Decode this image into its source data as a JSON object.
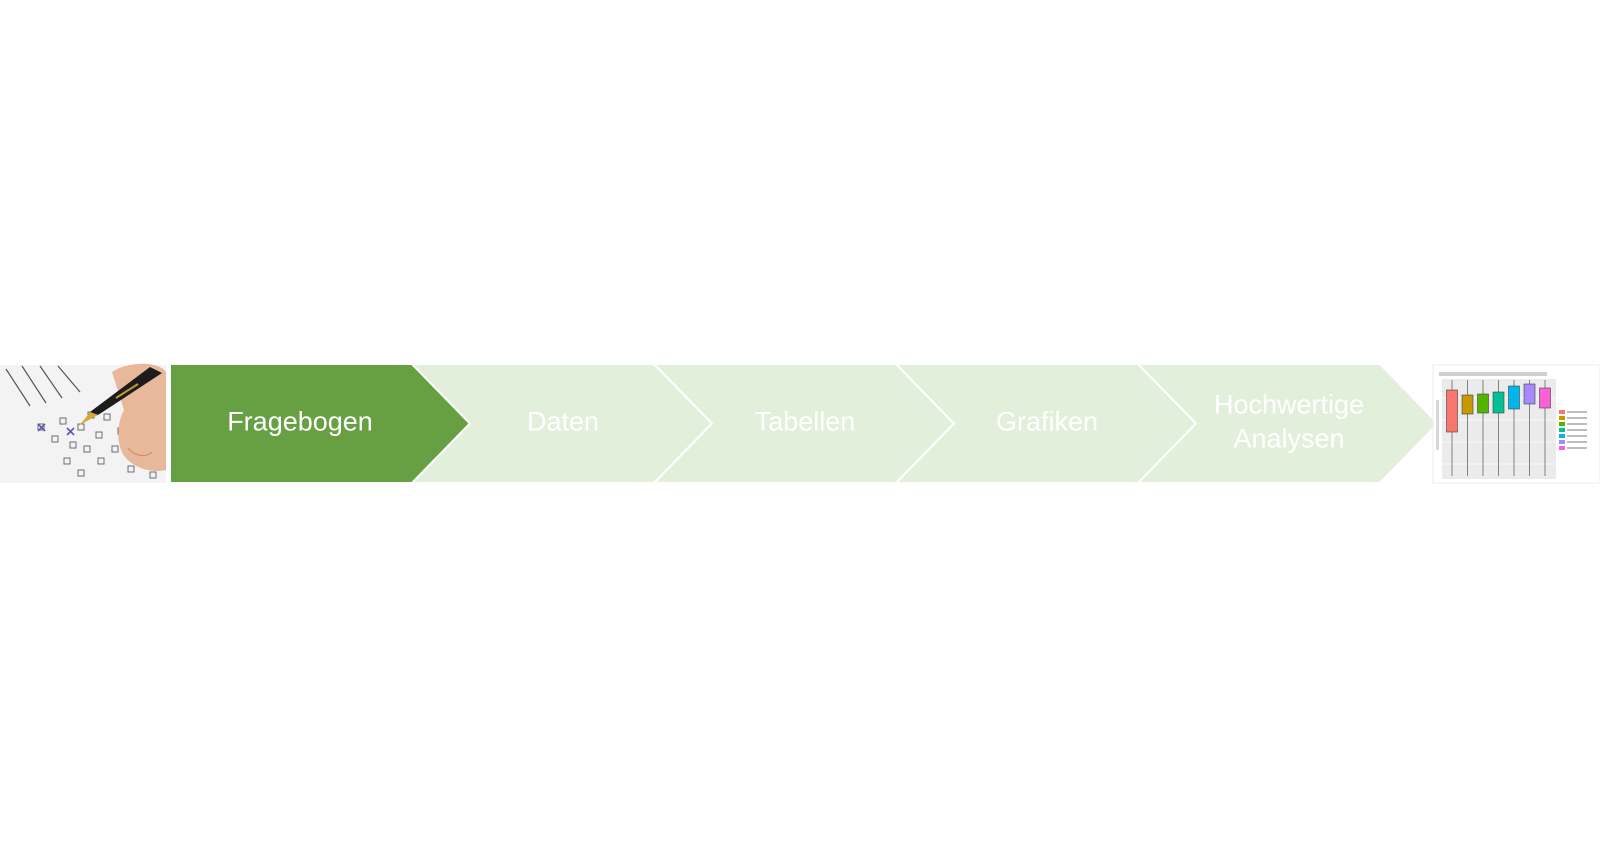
{
  "process": {
    "steps": [
      {
        "id": "fragebogen",
        "lines": [
          "Fragebogen"
        ],
        "active": true
      },
      {
        "id": "daten",
        "lines": [
          "Daten"
        ],
        "active": false
      },
      {
        "id": "tabellen",
        "lines": [
          "Tabellen"
        ],
        "active": false
      },
      {
        "id": "grafiken",
        "lines": [
          "Grafiken"
        ],
        "active": false
      },
      {
        "id": "hochwertige-analysen",
        "lines": [
          "Hochwertige",
          "Analysen"
        ],
        "active": false
      }
    ]
  },
  "images": {
    "left": {
      "icon": "questionnaire-pen-photo-icon"
    },
    "right": {
      "icon": "boxplot-thumbnail-icon",
      "box_colors": [
        "#f8766d",
        "#c49a00",
        "#53b400",
        "#00c094",
        "#00b6eb",
        "#a58aff",
        "#fb61d7"
      ]
    }
  },
  "colors": {
    "active_fill": "#67a043",
    "inactive_fill": "#e2efda",
    "active_text": "#ffffff",
    "inactive_text": "#ffffff",
    "separator": "#ffffff"
  }
}
